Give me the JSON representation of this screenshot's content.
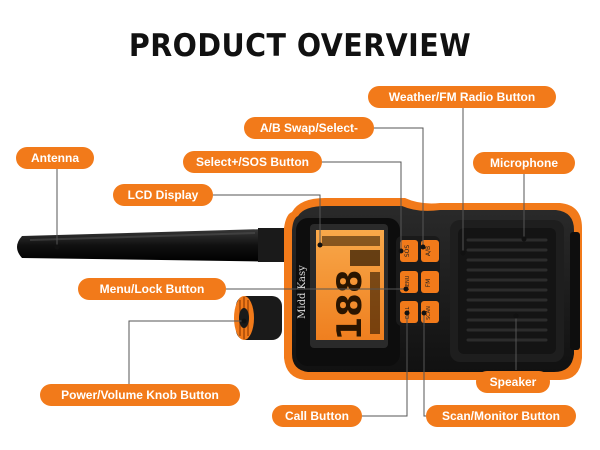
{
  "title": "PRODUCT OVERVIEW",
  "device": {
    "brand": "Midd Kasy",
    "lcd_digits": "188",
    "buttons": {
      "sos": "SOS",
      "ab": "A/B",
      "menu": "MENU",
      "fm": "FM",
      "call": "CALL",
      "scan": "SCAN"
    }
  },
  "labels": {
    "weather_fm": "Weather/FM Radio Button",
    "ab_swap": "A/B Swap/Select-",
    "antenna": "Antenna",
    "select_sos": "Select+/SOS Button",
    "microphone": "Microphone",
    "lcd": "LCD Display",
    "menu_lock": "Menu/Lock Button",
    "power_volume": "Power/Volume Knob Button",
    "speaker": "Speaker",
    "call": "Call Button",
    "scan_monitor": "Scan/Monitor Button"
  },
  "colors": {
    "accent": "#f27a1a",
    "body": "#1c1c1c",
    "lcd": "#f59a3c"
  }
}
